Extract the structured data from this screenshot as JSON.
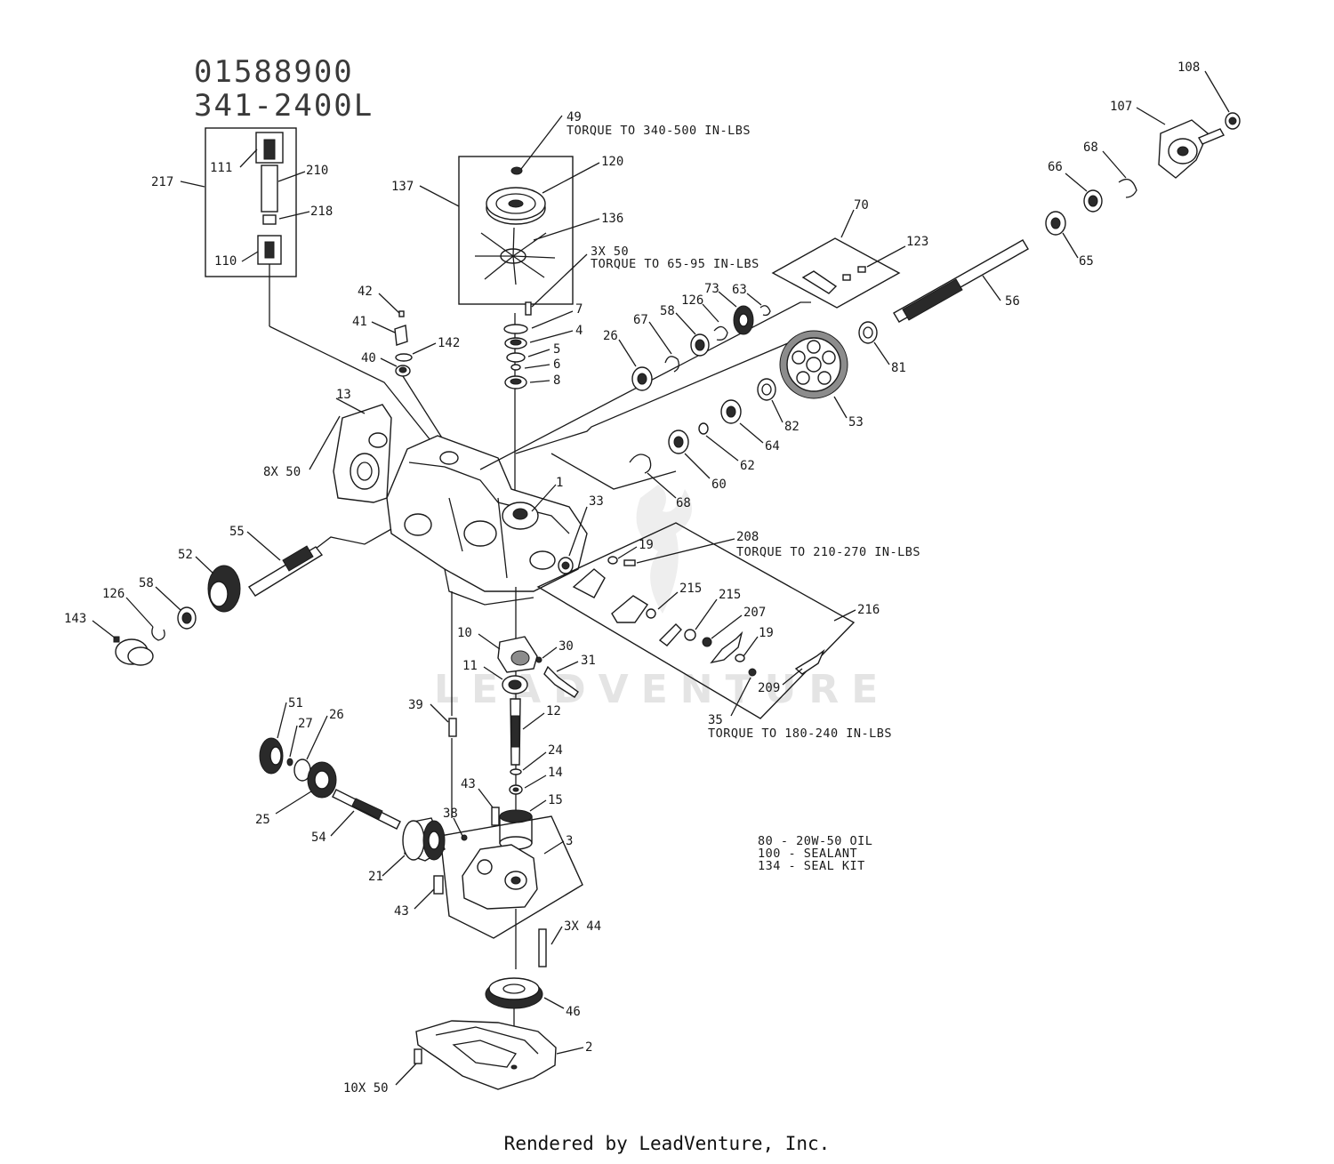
{
  "header": {
    "part_number": "01588900",
    "model_number": "341-2400L"
  },
  "watermark": "LEADVENTURE",
  "credit": "Rendered by LeadVenture, Inc.",
  "torque_notes": {
    "n49": "TORQUE TO 340-500 IN-LBS",
    "n50a": "3X 50",
    "n50b": "TORQUE TO 65-95 IN-LBS",
    "n208": "TORQUE TO 210-270 IN-LBS",
    "n35": "TORQUE TO 180-240 IN-LBS"
  },
  "legend": {
    "line1": "80 - 20W-50 OIL",
    "line2": "100 - SEALANT",
    "line3": "134 - SEAL KIT"
  },
  "callouts": {
    "c217": "217",
    "c111": "111",
    "c210": "210",
    "c218": "218",
    "c110": "110",
    "c137": "137",
    "c49": "49",
    "c120": "120",
    "c136": "136",
    "c7": "7",
    "c4": "4",
    "c5": "5",
    "c6": "6",
    "c8": "8",
    "c42": "42",
    "c41": "41",
    "c142": "142",
    "c40": "40",
    "c13": "13",
    "c8x50": "8X 50",
    "c1": "1",
    "c55": "55",
    "c52": "52",
    "c58a": "58",
    "c126a": "126",
    "c143": "143",
    "c70": "70",
    "c123": "123",
    "c56": "56",
    "c65": "65",
    "c66": "66",
    "c68a": "68",
    "c107": "107",
    "c108": "108",
    "c73": "73",
    "c63": "63",
    "c126b": "126",
    "c58b": "58",
    "c67": "67",
    "c26a": "26",
    "c53": "53",
    "c81": "81",
    "c82": "82",
    "c64": "64",
    "c62": "62",
    "c60": "60",
    "c68b": "68",
    "c33": "33",
    "c19a": "19",
    "c208": "208",
    "c215a": "215",
    "c215b": "215",
    "c216": "216",
    "c207": "207",
    "c19b": "19",
    "c209": "209",
    "c35": "35",
    "c10": "10",
    "c30": "30",
    "c11": "11",
    "c31": "31",
    "c12": "12",
    "c24": "24",
    "c14": "14",
    "c15": "15",
    "c39": "39",
    "c43a": "43",
    "c43b": "43",
    "c38": "38",
    "c3": "3",
    "c3x44": "3X 44",
    "c51": "51",
    "c27": "27",
    "c26b": "26",
    "c25": "25",
    "c54": "54",
    "c21": "21",
    "c46": "46",
    "c2": "2",
    "c10x50": "10X 50"
  }
}
